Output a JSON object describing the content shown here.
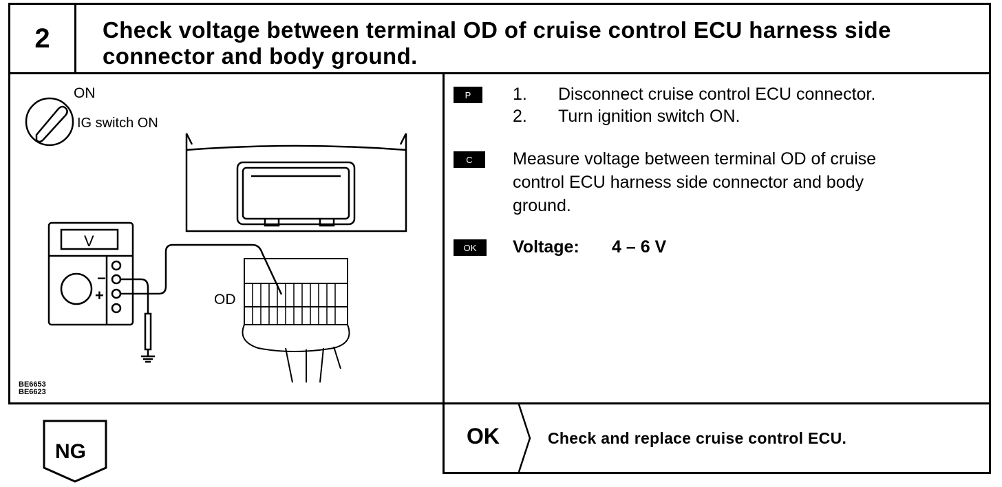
{
  "header": {
    "step_number": "2",
    "title": "Check voltage between terminal OD of cruise control ECU harness side connector and body ground."
  },
  "figure": {
    "on_label": "ON",
    "ig_label": "IG switch ON",
    "meter_label": "V",
    "minus_label": "−",
    "plus_label": "+",
    "terminal_label": "OD",
    "codes": [
      "BE6653",
      "BE6623"
    ]
  },
  "instructions": {
    "p_badge": "P",
    "steps": [
      {
        "num": "1.",
        "text": "Disconnect cruise control ECU connector."
      },
      {
        "num": "2.",
        "text": "Turn ignition switch ON."
      }
    ],
    "c_badge": "C",
    "measure_lines": [
      "Measure voltage between terminal OD of cruise",
      "control ECU harness side connector and body",
      "ground."
    ],
    "ok_badge": "OK",
    "voltage_label": "Voltage:",
    "voltage_value": "4 – 6 V"
  },
  "result": {
    "ok_label": "OK",
    "ok_action": "Check and replace cruise control ECU.",
    "ng_label": "NG"
  }
}
